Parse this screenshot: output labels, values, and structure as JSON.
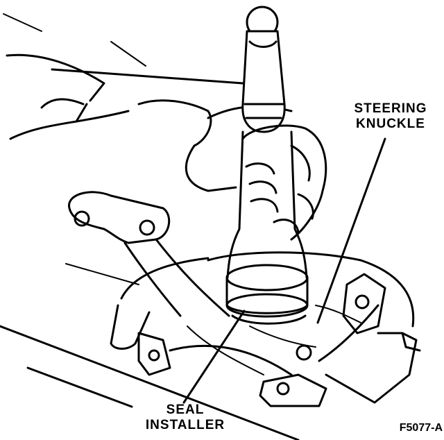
{
  "labels": {
    "steering_knuckle": [
      "STEERING",
      "KNUCKLE"
    ],
    "seal_installer": [
      "SEAL",
      "INSTALLER"
    ],
    "figure_id": "F5077-A"
  },
  "colors": {
    "ink": "#000000",
    "paper": "#ffffff"
  }
}
